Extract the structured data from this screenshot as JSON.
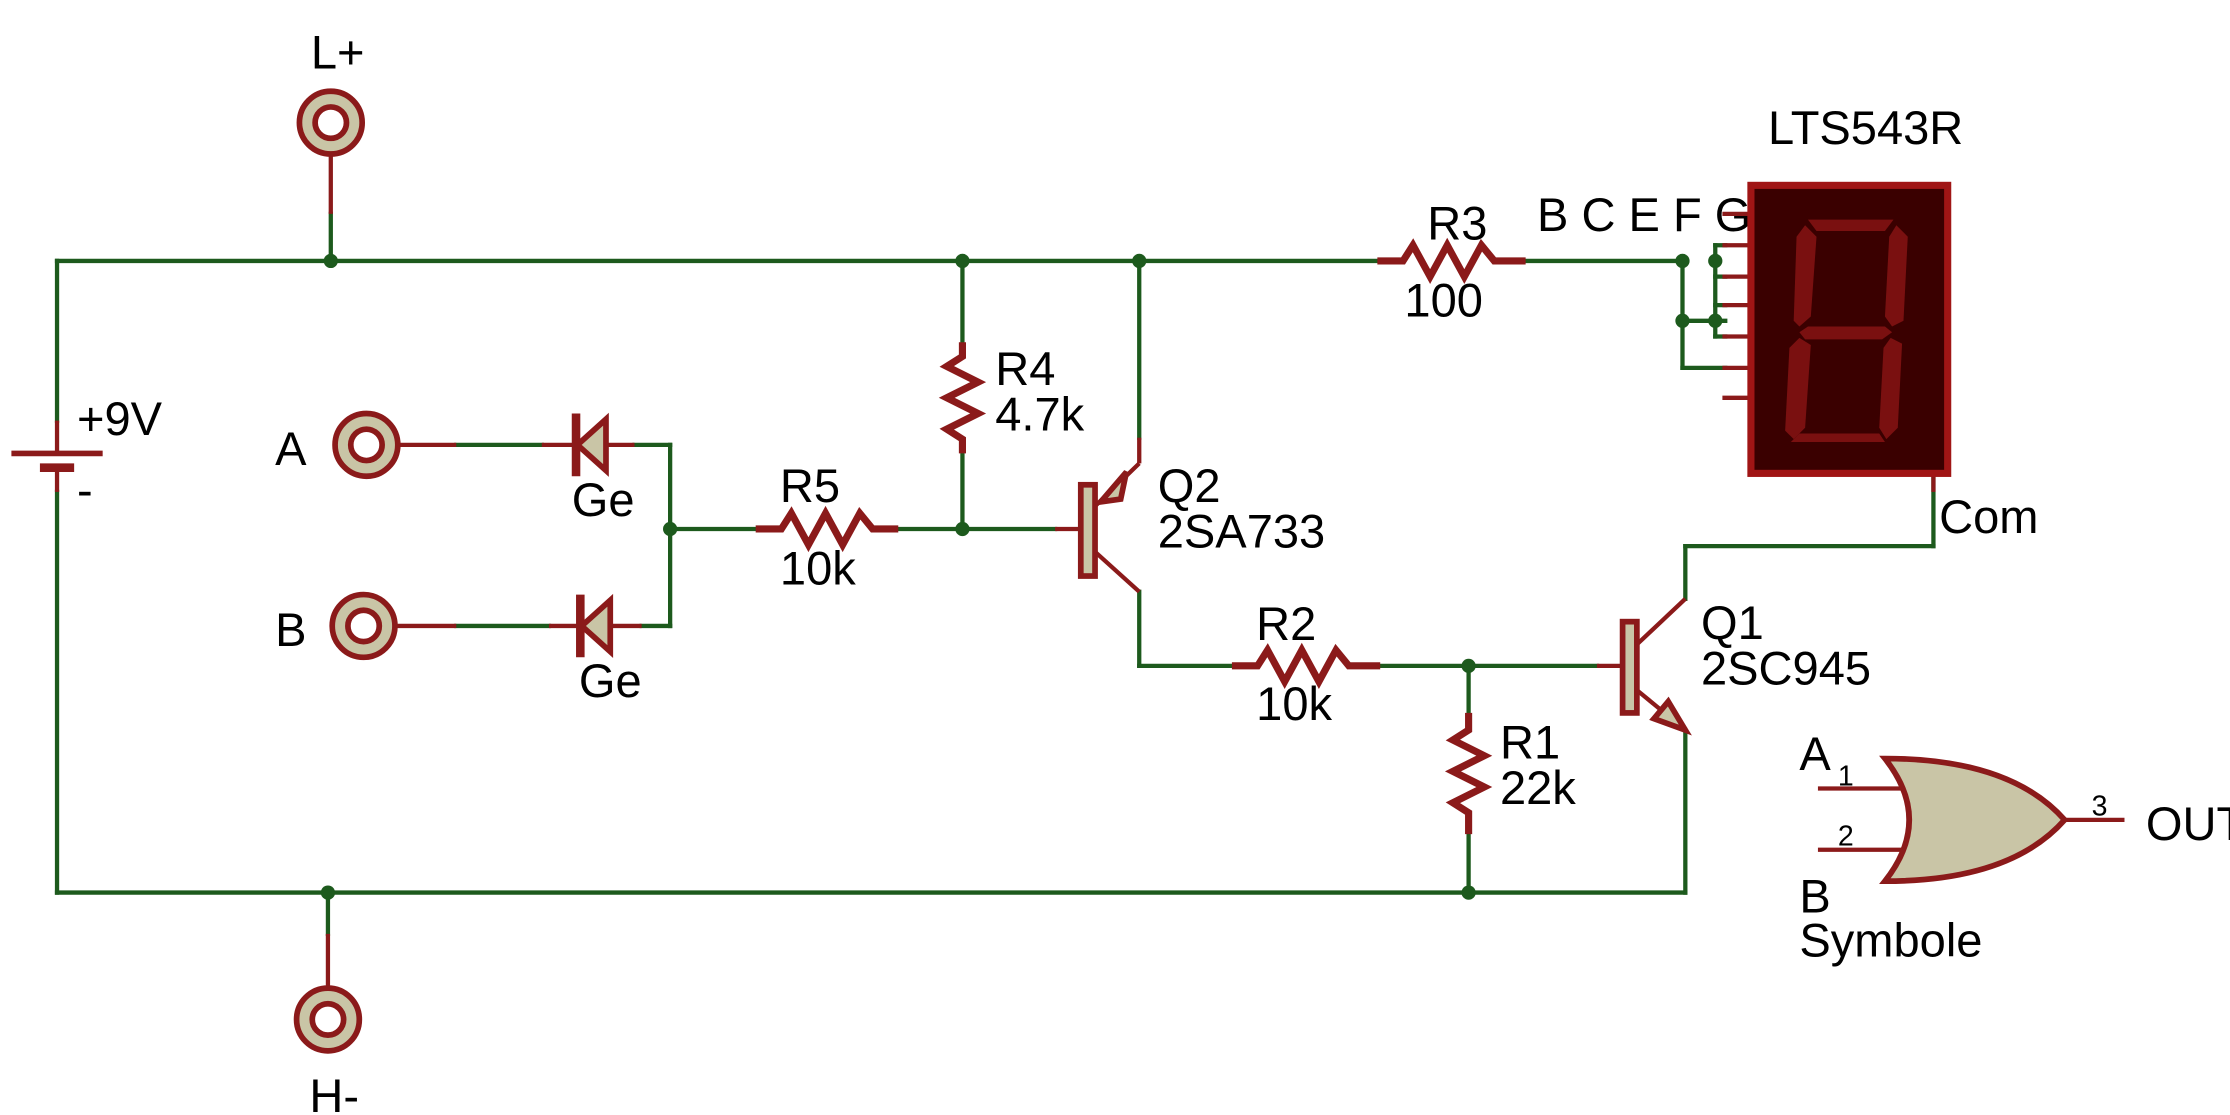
{
  "terminals": {
    "lplus": "L+",
    "hminus": "H-",
    "a": "A",
    "b": "B"
  },
  "battery": {
    "voltage": "+9V",
    "negative": "-"
  },
  "diodes": {
    "d1_type": "Ge",
    "d2_type": "Ge"
  },
  "resistors": {
    "r1": {
      "name": "R1",
      "value": "22k"
    },
    "r2": {
      "name": "R2",
      "value": "10k"
    },
    "r3": {
      "name": "R3",
      "value": "100"
    },
    "r4": {
      "name": "R4",
      "value": "4.7k"
    },
    "r5": {
      "name": "R5",
      "value": "10k"
    }
  },
  "transistors": {
    "q1": {
      "name": "Q1",
      "part": "2SC945"
    },
    "q2": {
      "name": "Q2",
      "part": "2SA733"
    }
  },
  "display": {
    "part": "LTS543R",
    "segments_label": "B C E F G",
    "common_label": "Com"
  },
  "or_gate": {
    "input_a": "A",
    "input_b": "B",
    "pin1": "1",
    "pin2": "2",
    "pin3": "3",
    "output": "OUT",
    "caption": "Symbole"
  },
  "colors": {
    "wire": "#1d5a1d",
    "component": "#8b1a1a",
    "component_fill": "#c9c5a6",
    "display_body": "#a01515",
    "display_face": "#3a0000"
  }
}
